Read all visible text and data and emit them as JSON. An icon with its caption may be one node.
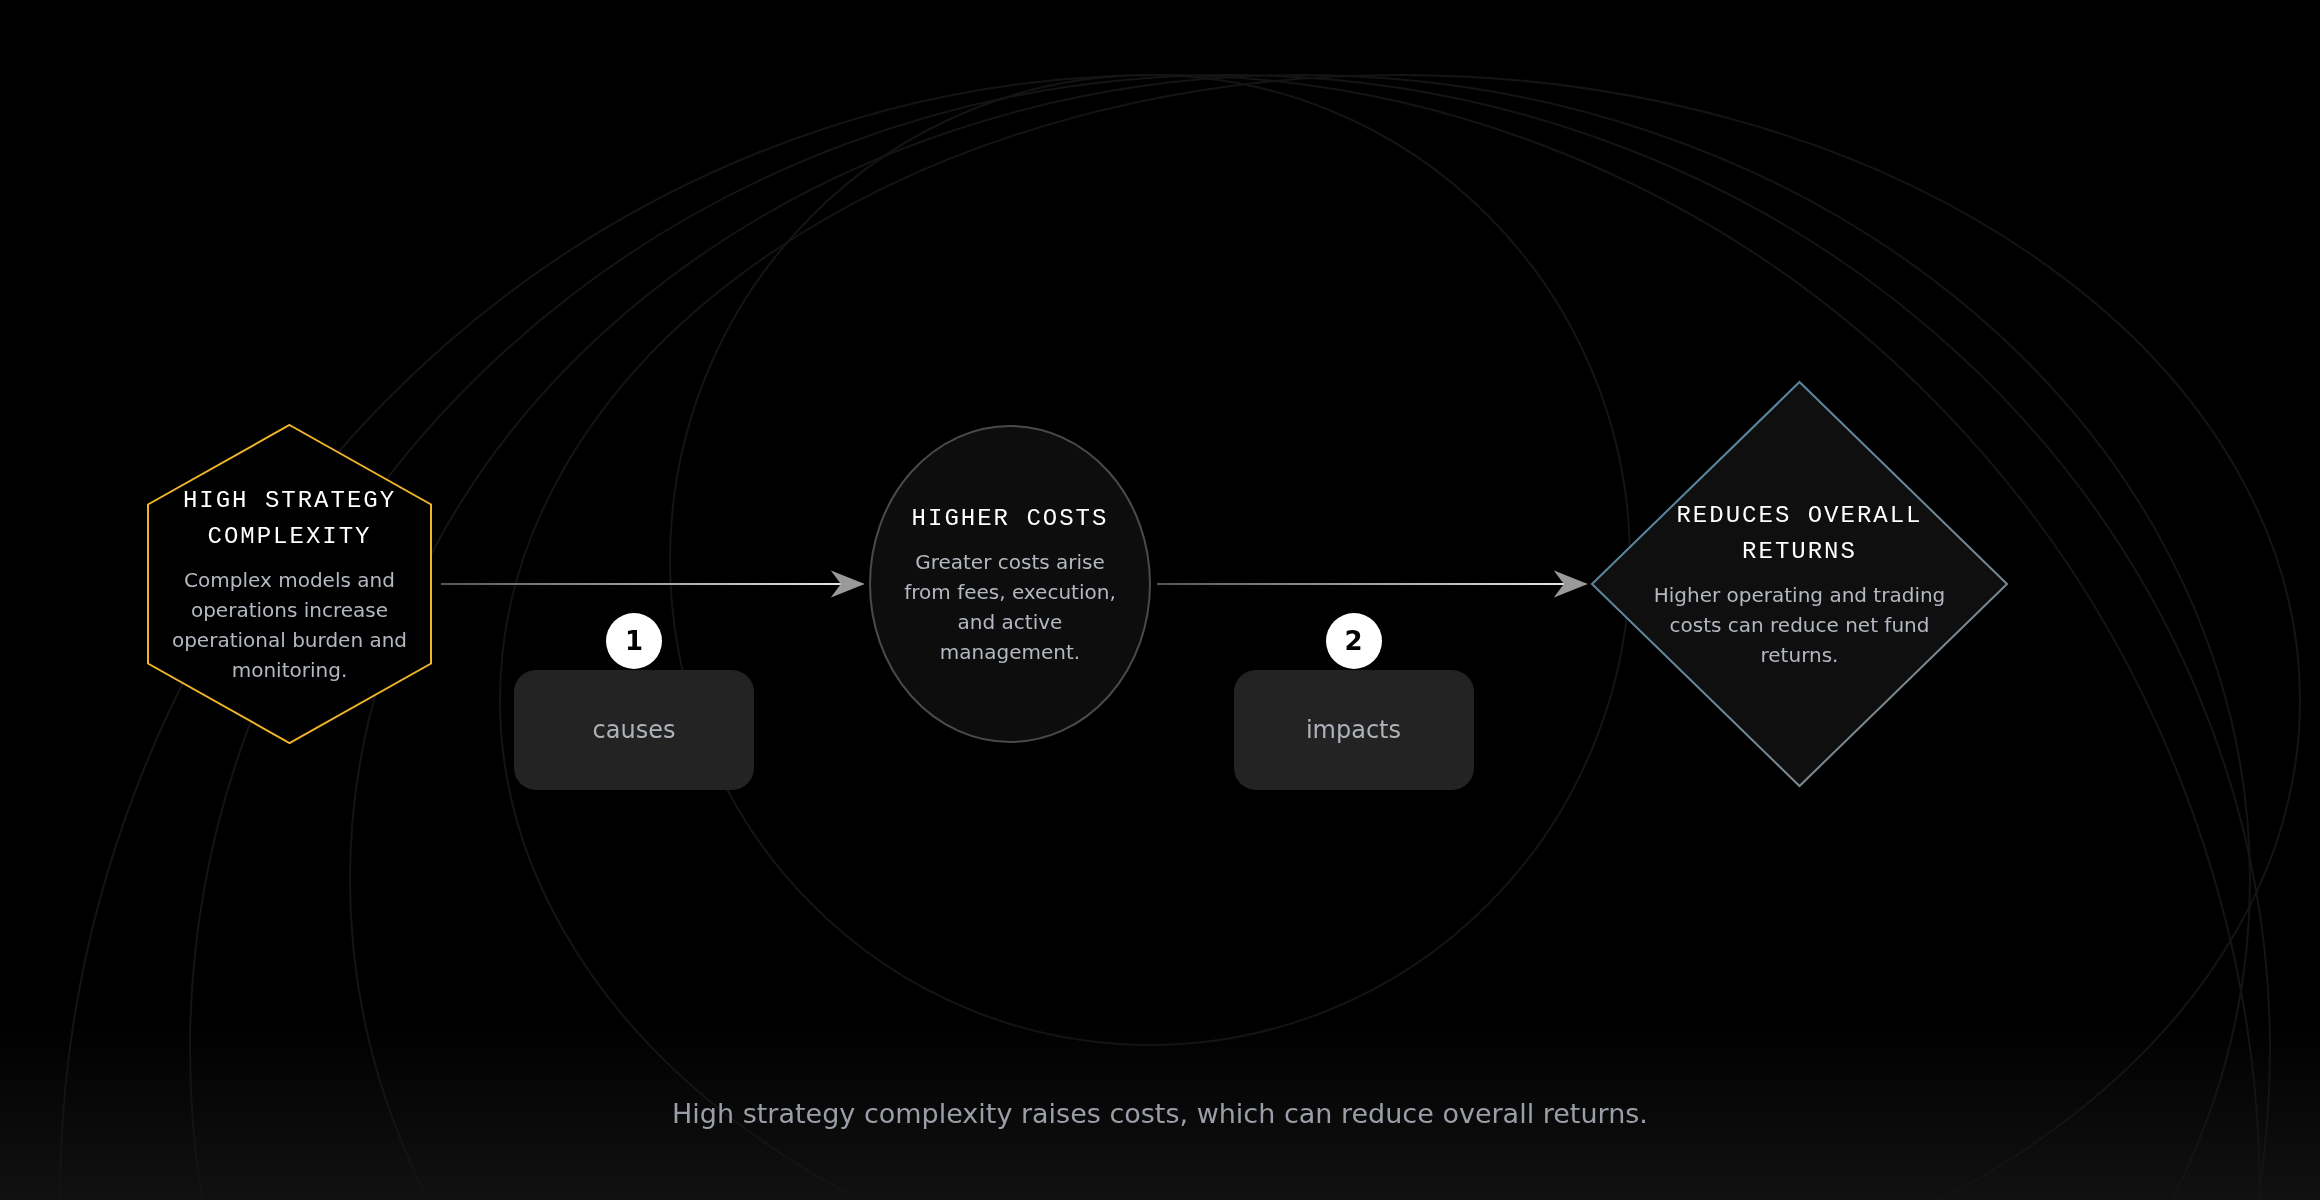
{
  "diagram": {
    "caption": "High strategy complexity raises costs, which can reduce overall returns.",
    "nodes": [
      {
        "text": [
          "HIGH STRATEGY COMPLEXITY",
          "Complex models and operations increase operational burden and monitoring."
        ]
      },
      {
        "text": [
          "HIGHER COSTS",
          "Greater costs arise from fees, execution, and active management."
        ]
      },
      {
        "text": [
          "REDUCES OVERALL RETURNS",
          "Higher operating and trading costs can reduce net fund returns."
        ]
      }
    ],
    "edges": [
      {
        "from": 0,
        "to": 1,
        "arrow": "to"
      },
      {
        "from": 1,
        "to": 2,
        "arrow": "to"
      }
    ],
    "labels": [
      "1",
      "causes",
      "2",
      "impacts"
    ]
  }
}
